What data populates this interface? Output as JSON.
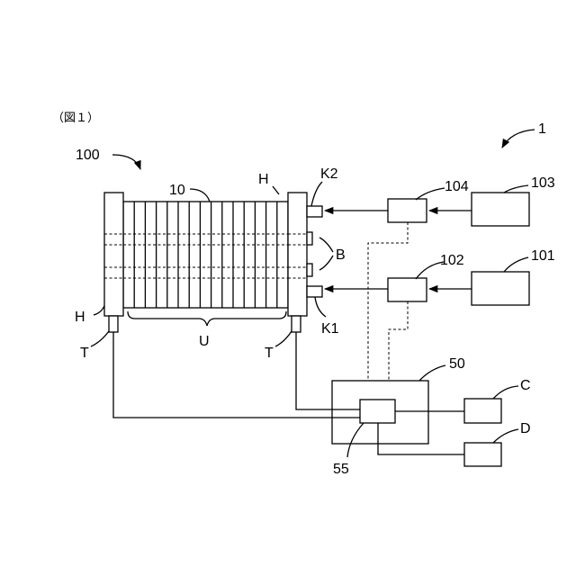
{
  "caption": "（図１）",
  "labels": {
    "system": "1",
    "stack": "100",
    "cell": "10",
    "cell_group": "U",
    "end_plate_top": "H",
    "end_plate_left": "H",
    "terminal_left": "T",
    "terminal_right": "T",
    "connector_k2": "K2",
    "connector_k1": "K1",
    "bracket_b": "B",
    "unit_101": "101",
    "unit_102": "102",
    "unit_103": "103",
    "unit_104": "104",
    "controller": "50",
    "sub_controller": "55",
    "device_c": "C",
    "device_d": "D"
  }
}
